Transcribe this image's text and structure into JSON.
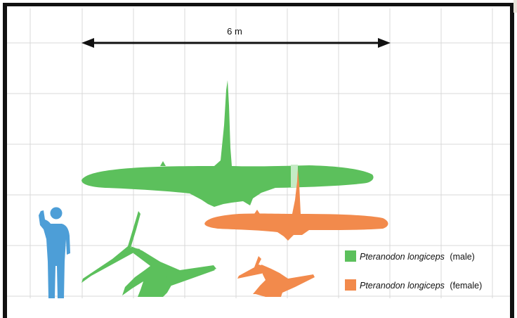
{
  "scale_bar": {
    "label": "6 m"
  },
  "legend": {
    "items": [
      {
        "species": "Pteranodon longiceps",
        "note": "(male)",
        "color": "#5cc05c"
      },
      {
        "species": "Pteranodon longiceps",
        "note": "(female)",
        "color": "#f28a4c"
      }
    ]
  },
  "colors": {
    "male": "#5cc05c",
    "female": "#f28a4c",
    "human": "#4d9ed7",
    "grid": "#d8d8d8",
    "frame": "#111111"
  }
}
